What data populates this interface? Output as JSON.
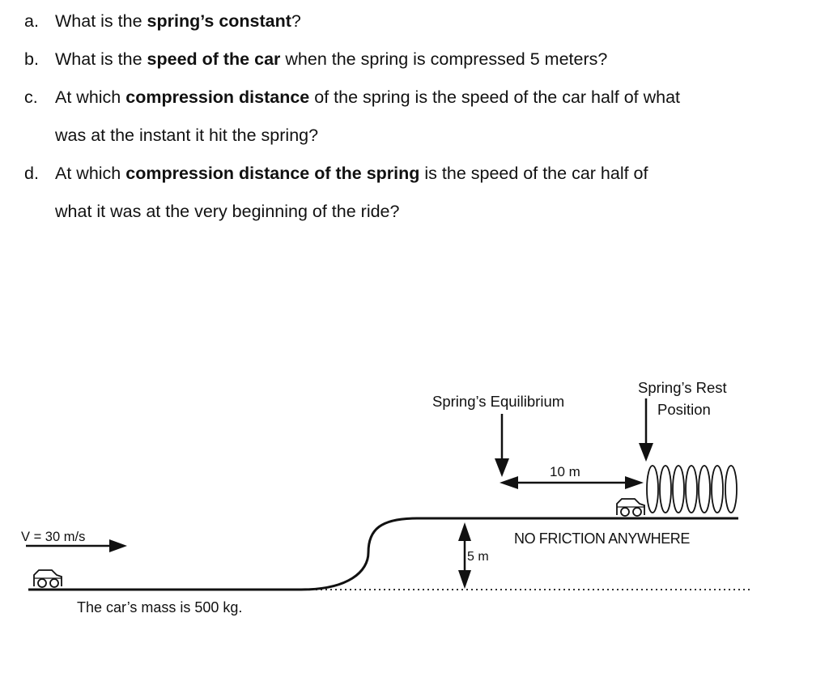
{
  "questions": [
    {
      "marker": "a.",
      "lines": [
        [
          "What is the ",
          "spring’s constant",
          "?"
        ]
      ]
    },
    {
      "marker": "b.",
      "lines": [
        [
          "What is the ",
          "speed of the car",
          " when the spring is compressed 5 meters?"
        ]
      ]
    },
    {
      "marker": "c.",
      "lines": [
        [
          "At which ",
          "compression distance",
          " of the spring is the speed of the car half of what"
        ],
        [
          "was at the instant it hit the spring?",
          "",
          ""
        ]
      ]
    },
    {
      "marker": "d.",
      "lines": [
        [
          "At which ",
          "compression distance of the spring",
          " is the speed of the car half of"
        ],
        [
          "what it was at the very beginning of the ride?",
          "",
          ""
        ]
      ]
    }
  ],
  "figure": {
    "velocity_label": "V = 30 m/s",
    "mass_label": "The car’s mass is 500 kg.",
    "height_label": "5 m",
    "distance_label": "10 m",
    "equilibrium_label": "Spring’s Equilibrium",
    "rest_label_line1": "Spring’s Rest",
    "rest_label_line2": "Position",
    "friction_label": "NO FRICTION ANYWHERE"
  }
}
